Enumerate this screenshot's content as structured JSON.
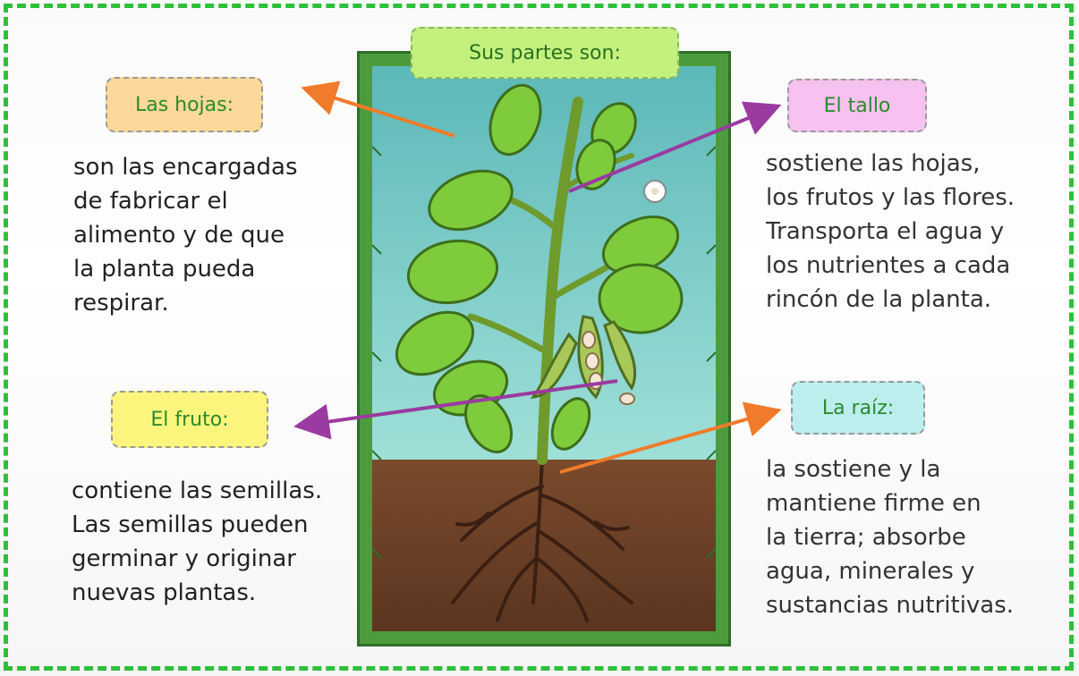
{
  "header": {
    "title": "Sus partes son:"
  },
  "parts": {
    "hojas": {
      "label": "Las hojas:",
      "description": "son las encargadas\nde fabricar el\nalimento y de que\nla planta pueda\nrespirar."
    },
    "fruto": {
      "label": "El fruto:",
      "description": "contiene las semillas.\nLas semillas pueden\ngerminar y originar\nnuevas plantas."
    },
    "tallo": {
      "label": "El tallo",
      "description": "sostiene las hojas,\nlos frutos y las flores.\nTransporta el agua y\nlos nutrientes a cada\nrincón de la planta."
    },
    "raiz": {
      "label": "La raíz:",
      "description": "la sostiene y la\nmantiene firme en\nla tierra; absorbe\nagua, minerales  y\nsustancias nutritivas."
    }
  },
  "colors": {
    "border": "#2fbf3a",
    "hojas_box": "#fcd99a",
    "fruto_box": "#fbf57e",
    "tallo_box": "#f7c2ef",
    "raiz_box": "#bdeeee",
    "title_box": "#c4f17e",
    "arrow_orange": "#f07b2a",
    "arrow_purple": "#9b3aa0"
  }
}
